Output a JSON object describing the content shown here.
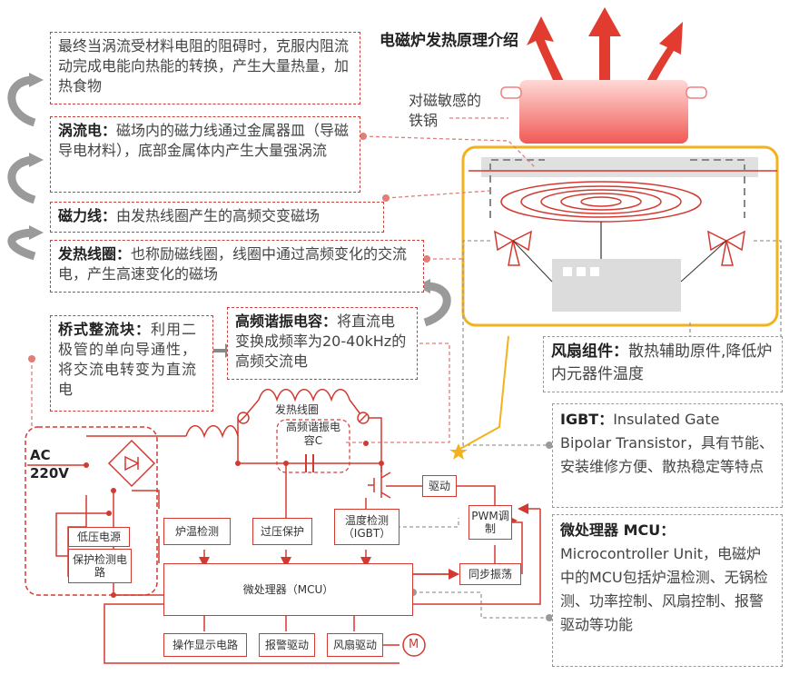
{
  "title": "电磁炉发热原理介绍",
  "pan_label": "对磁敏感的铁锅",
  "boxes": {
    "eddy_heat": "最终当涡流受材料电阻的阻碍时，克服内阻流动完成电能向热能的转换，产生大量热量，加热食物",
    "eddy_title": "涡流电：",
    "eddy_text": "磁场内的磁力线通过金属器皿（导磁导电材料），底部金属体内产生大量强涡流",
    "flux_title": "磁力线：",
    "flux_text": "由发热线圈产生的高频交变磁场",
    "coil_title": "发热线圈：",
    "coil_text": "也称励磁线圈，线圈中通过高频变化的交流电，产生高速变化的磁场",
    "rect_title": "桥式整流块：",
    "rect_text": "利用二极管的单向导通性，将交流电转变为直流电",
    "cap_title": "高频谐振电容：",
    "cap_text": "将直流电变换成频率为20-40kHz的高频交流电",
    "fan_title": "风扇组件：",
    "fan_text": "散热辅助原件,降低炉内元器件温度",
    "igbt_title": "IGBT：",
    "igbt_text": "Insulated Gate Bipolar Transistor，具有节能、安装维修方便、散热稳定等特点",
    "mcu_title": "微处理器 MCU：",
    "mcu_text": "Microcontroller Unit，电磁炉中的MCU包括炉温检测、无锅检测、功率控制、风扇控制、报警驱动等功能"
  },
  "circuit": {
    "ac_label": "AC",
    "voltage": "220V",
    "coil_label": "发热线圈",
    "cap_label": "高频谐振电容C",
    "low_voltage": "低压电源",
    "protect": "保护检测电路",
    "furnace_temp": "炉温检测",
    "overvoltage": "过压保护",
    "temp_igbt": "温度检测（IGBT）",
    "driver": "驱动",
    "pwm": "PWM调制",
    "sync": "同步振荡",
    "mcu": "微处理器（MCU）",
    "display": "操作显示电路",
    "alarm": "报警驱动",
    "fan_drive": "风扇驱动",
    "motor": "M"
  },
  "colors": {
    "accent": "#d23a31",
    "gray": "#9a9a9a",
    "gold": "#f2b21c",
    "pan": "#f26a66"
  }
}
